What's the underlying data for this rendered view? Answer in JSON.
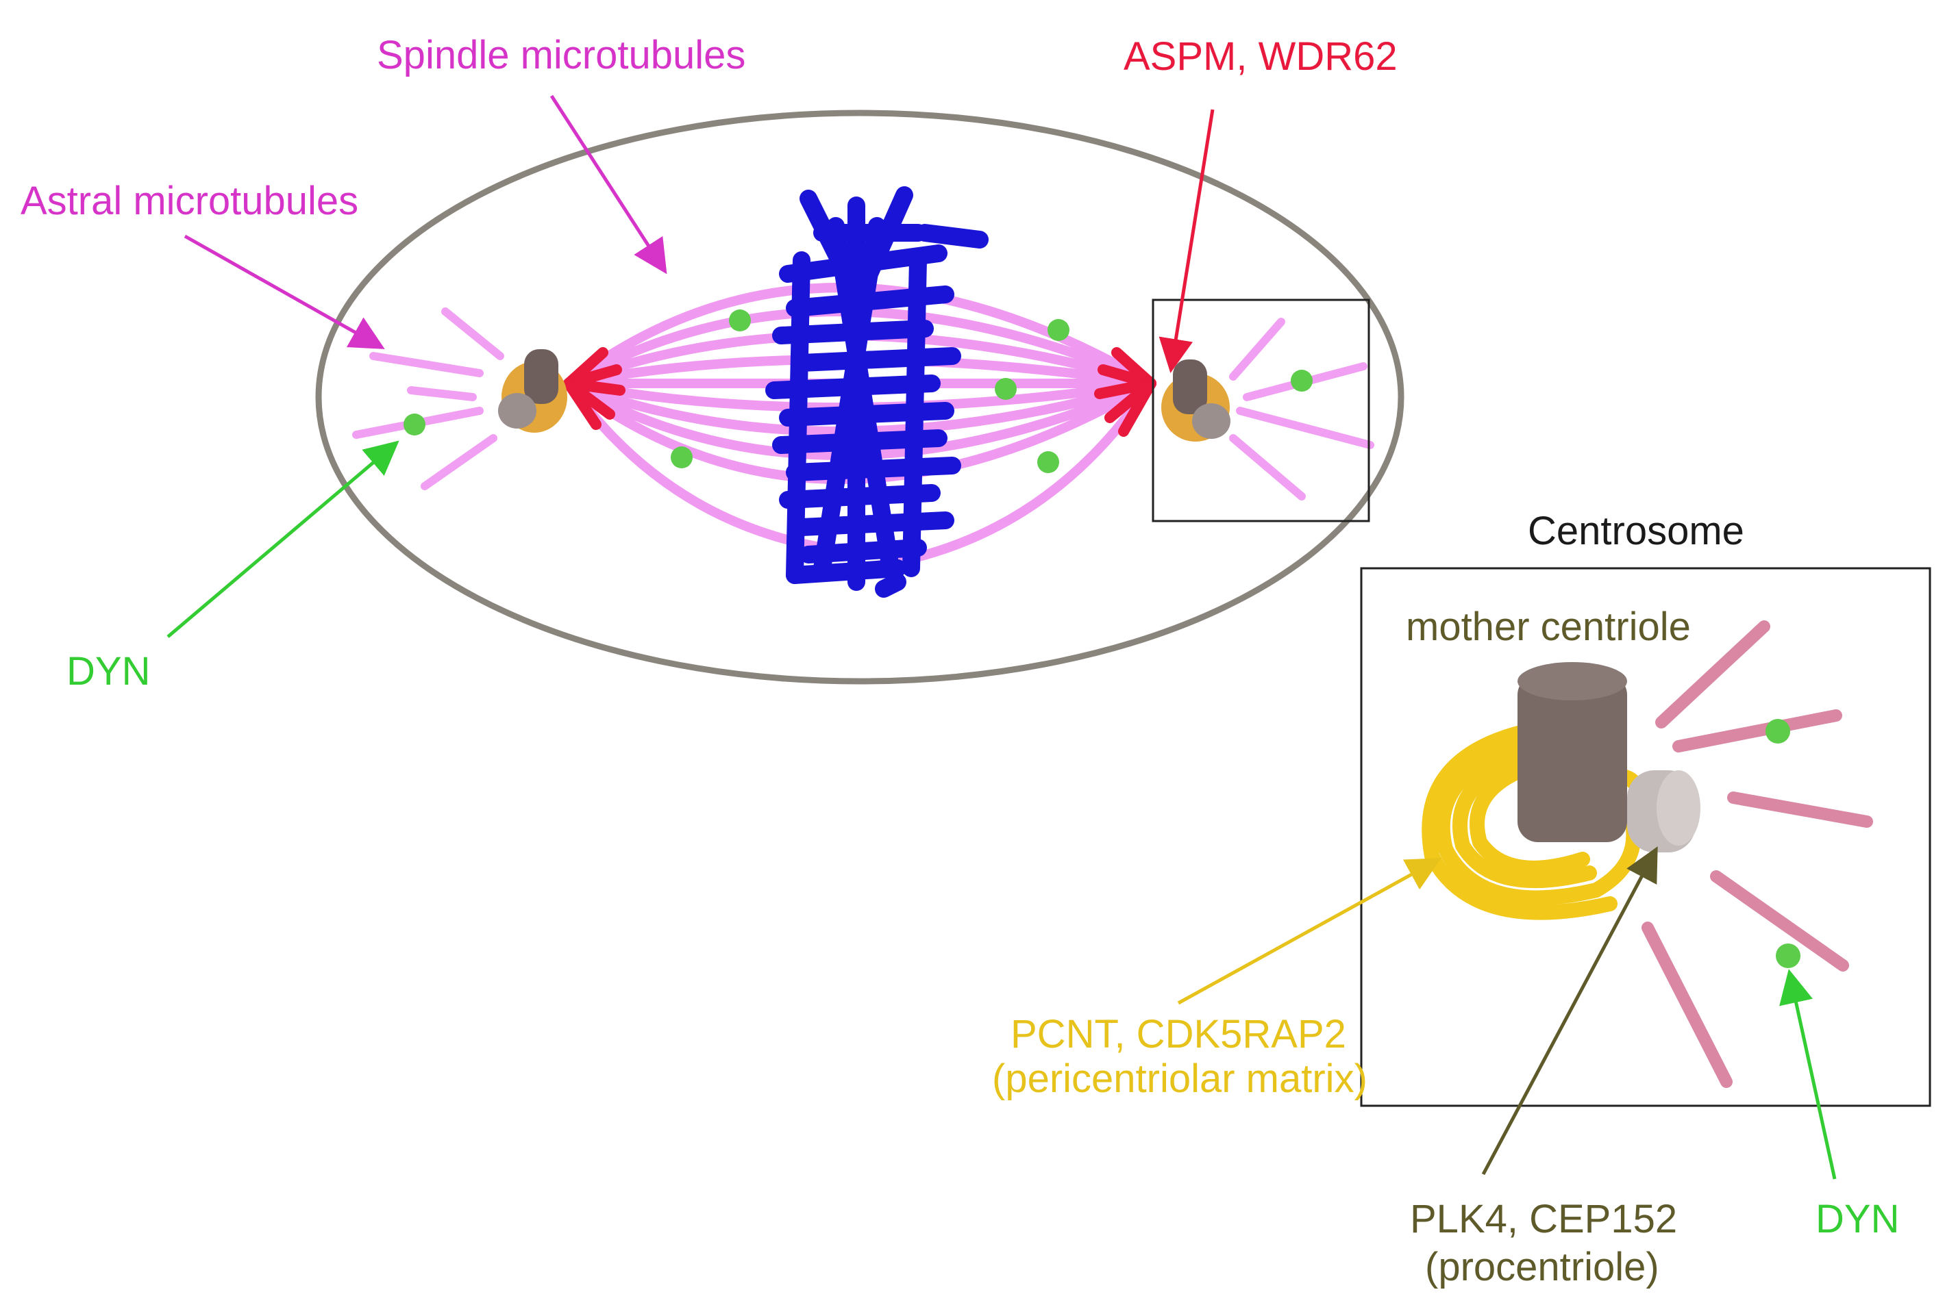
{
  "labels": {
    "spindle_microtubules": "Spindle microtubules",
    "astral_microtubules": "Astral microtubules",
    "aspm_wdr62": "ASPM, WDR62",
    "dyn_left": "DYN",
    "centrosome": "Centrosome",
    "mother_centriole": "mother centriole",
    "pcnt_line1": "PCNT, CDK5RAP2",
    "pcnt_line2": "(pericentriolar matrix)",
    "plk4_line1": "PLK4, CEP152",
    "plk4_line2": "(procentriole)",
    "dyn_right": "DYN"
  },
  "colors": {
    "magenta_label": "#d633c8",
    "red_label": "#e8193c",
    "green_label": "#33cc33",
    "yellow_label": "#e6c21a",
    "olive_label": "#5f5a2a",
    "chromosome_blue": "#1a14d6",
    "spindle_pink": "#ef8ff0",
    "aster_pink": "#d987a3",
    "cell_outline": "#8a857c",
    "pcm_yellow": "#f2c81a",
    "centriole_dark": "#7a6a66",
    "centriole_light": "#c4bcbb",
    "dynein_green": "#5ccc4a"
  }
}
